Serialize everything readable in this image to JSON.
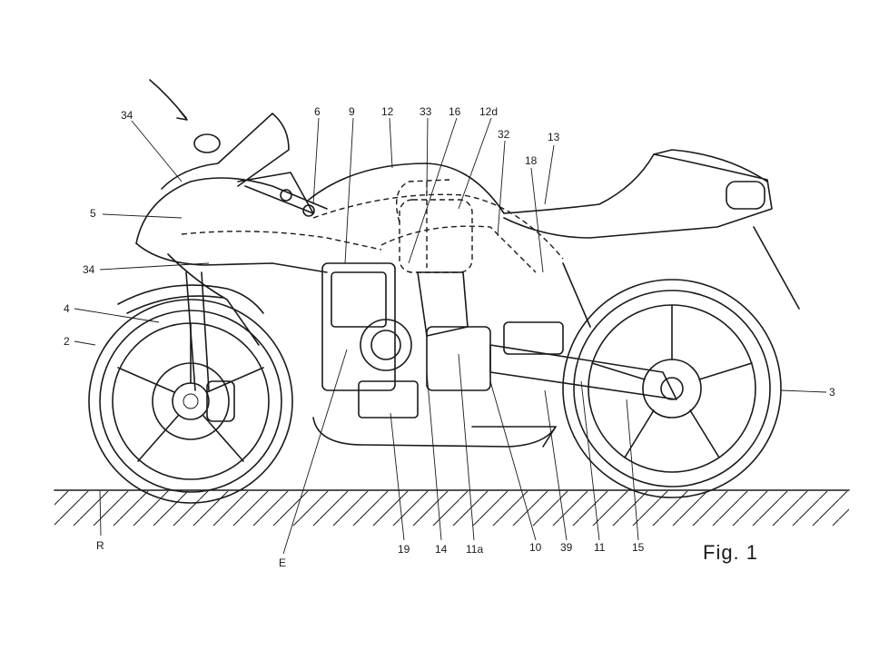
{
  "figure": {
    "caption": "Fig. 1"
  },
  "reference_labels": {
    "r34_top": "34",
    "r5": "5",
    "r34_mid": "34",
    "r4": "4",
    "r2": "2",
    "r6": "6",
    "r9": "9",
    "r12": "12",
    "r33": "33",
    "r16": "16",
    "r12d": "12d",
    "r32": "32",
    "r13": "13",
    "r18": "18",
    "r3": "3",
    "rR": "R",
    "rE": "E",
    "r19": "19",
    "r14": "14",
    "r11a": "11a",
    "r10": "10",
    "r39": "39",
    "r11": "11",
    "r15": "15"
  }
}
